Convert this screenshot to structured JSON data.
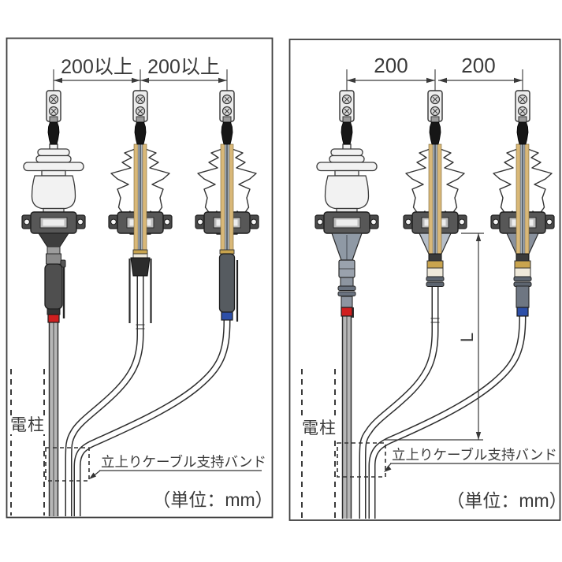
{
  "diagram": {
    "left_panel": {
      "dim_label_1": "200以上",
      "dim_label_2": "200以上",
      "pole_label": "電柱",
      "support_band_label": "立上りケーブル支持バンド",
      "unit_label": "（単位：mm）"
    },
    "right_panel": {
      "dim_label_1": "200",
      "dim_label_2": "200",
      "length_label": "L",
      "pole_label": "電柱",
      "support_band_label": "立上りケーブル支持バンド",
      "unit_label": "（単位：mm）"
    },
    "colors": {
      "line": "#3a3a3a",
      "red_band": "#cf1f1f",
      "blue_band": "#2d4fa8",
      "insulation_tan": "#d9b878",
      "cable_gray": "#b6b6b6",
      "porcelain": "#f2f2f2"
    }
  }
}
